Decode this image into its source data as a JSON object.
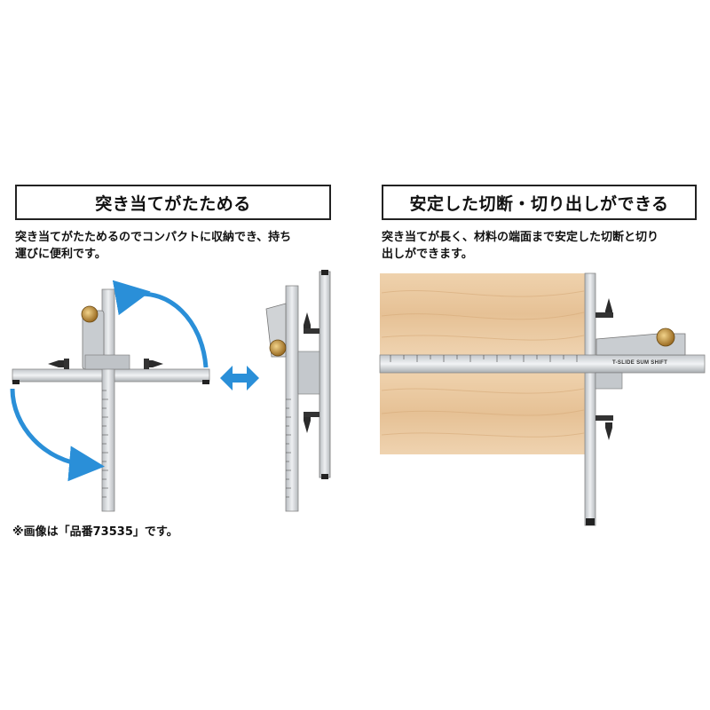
{
  "left_panel": {
    "title": "突き当てがたためる",
    "description_line1": "突き当てがたためるのでコンパクトに収納でき、持ち",
    "description_line2": "運びに便利です。",
    "note": "※画像は「品番73535」です。"
  },
  "right_panel": {
    "title": "安定した切断・切り出しができる",
    "description_line1": "突き当てが長く、材料の端面まで安定した切断と切り",
    "description_line2": "出しができます。"
  },
  "product_label": "T-SLIDE SUM SHIFT",
  "colors": {
    "arrow_blue": "#2a8fd8",
    "wood": "#e9c9a3",
    "metal": "#d9dcdf",
    "knob_brass": "#b8893a",
    "knob_black": "#2b2b2b"
  }
}
